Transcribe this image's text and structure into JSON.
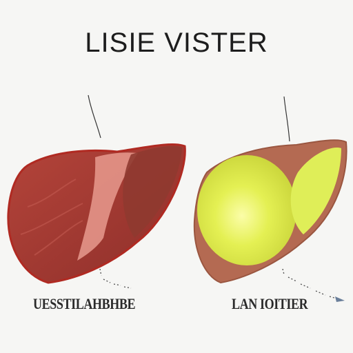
{
  "title": "LISIE VISTER",
  "panels": [
    {
      "label": "UESSTILAHBHBE",
      "fill_primary": "#a83a33",
      "fill_secondary": "#e89a8e"
    },
    {
      "label": "LAN IOITIER",
      "fill_primary": "#b36a52",
      "fill_secondary": "#e3f04a"
    }
  ],
  "colors": {
    "background": "#f6f6f4",
    "outline_red": "#b02a22",
    "healthy_lobe": "#a34238",
    "fatty_lobe": "#dfee58",
    "pointer_line": "#333333"
  }
}
